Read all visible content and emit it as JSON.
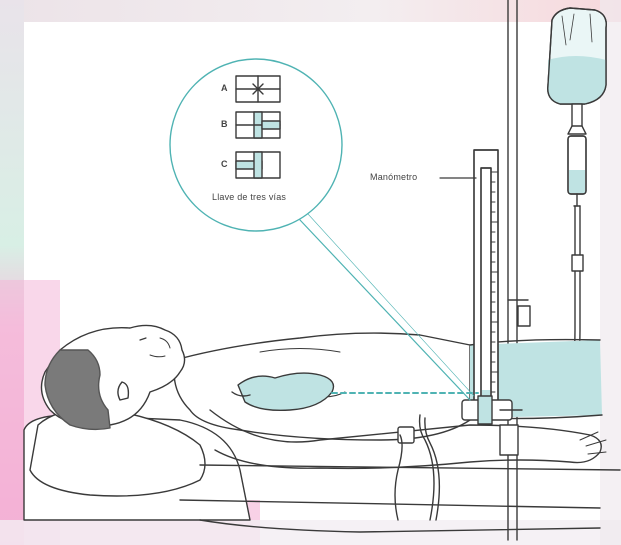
{
  "labels": {
    "manometer": "Manómetro",
    "stopcock_caption": "Llave de tres vías",
    "positions": [
      "A",
      "B",
      "C"
    ]
  },
  "colors": {
    "fluid": "#bfe3e3",
    "line": "#3a3a3a",
    "hair": "#6d6d6d",
    "zero_line": "#4fb3b3",
    "frame_pink": "#f3b8d8",
    "frame_mint": "#d7efe6"
  }
}
